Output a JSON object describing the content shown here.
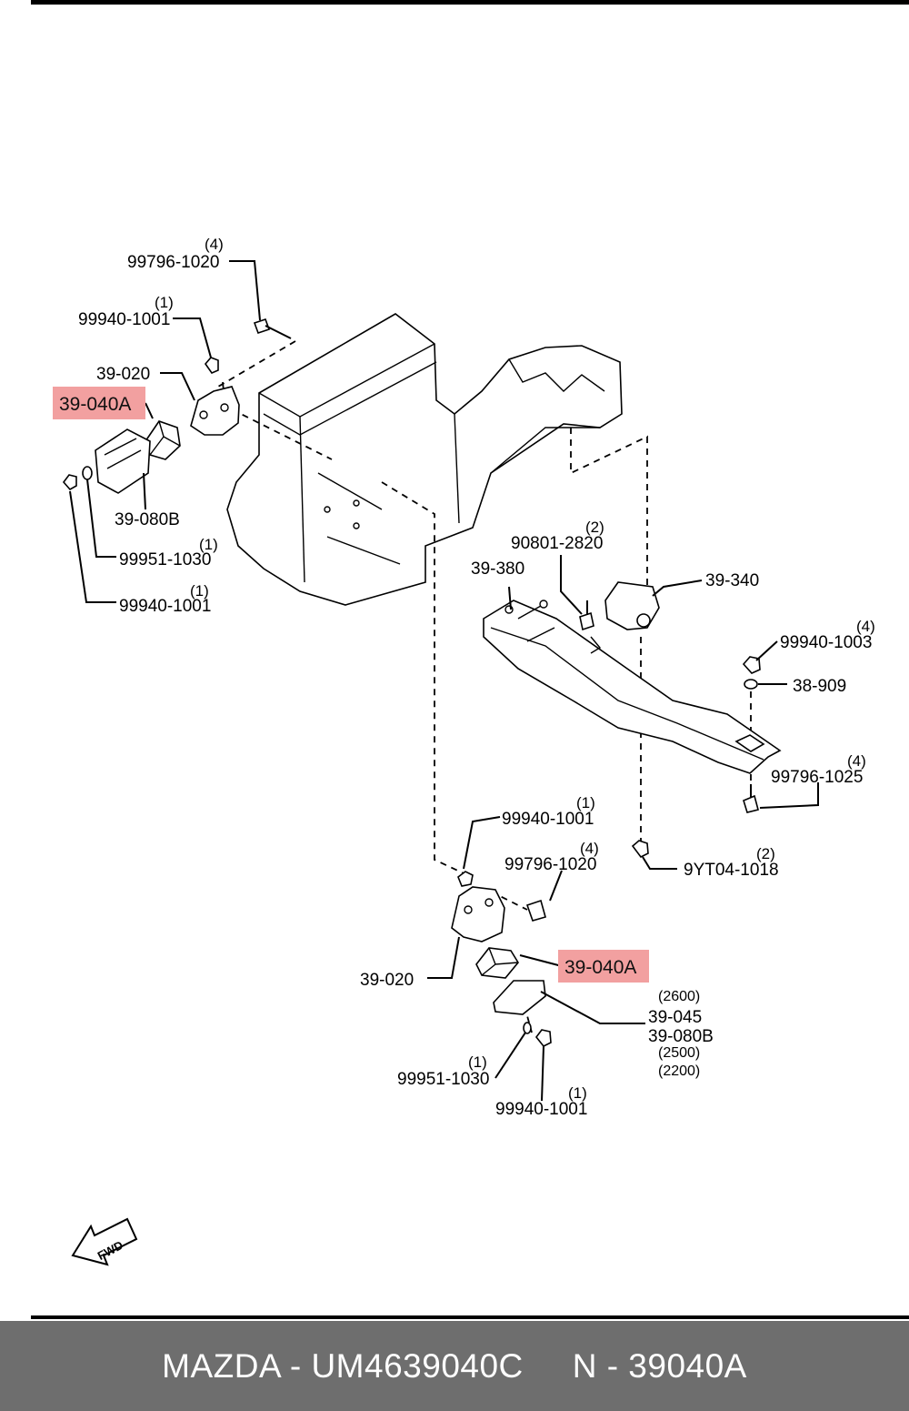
{
  "callouts": [
    {
      "id": "c1",
      "part": "99796-1020",
      "qty": "(4)"
    },
    {
      "id": "c2",
      "part": "99940-1001",
      "qty": "(1)"
    },
    {
      "id": "c3",
      "part": "39-020",
      "qty": ""
    },
    {
      "id": "c4",
      "part": "39-040A",
      "qty": "",
      "highlight": true
    },
    {
      "id": "c5",
      "part": "39-080B",
      "qty": ""
    },
    {
      "id": "c6",
      "part": "99951-1030",
      "qty": "(1)"
    },
    {
      "id": "c7",
      "part": "99940-1001",
      "qty": "(1)"
    },
    {
      "id": "c8",
      "part": "90801-2820",
      "qty": "(2)"
    },
    {
      "id": "c9",
      "part": "39-380",
      "qty": ""
    },
    {
      "id": "c10",
      "part": "39-340",
      "qty": ""
    },
    {
      "id": "c11",
      "part": "99940-1003",
      "qty": "(4)"
    },
    {
      "id": "c12",
      "part": "38-909",
      "qty": ""
    },
    {
      "id": "c13",
      "part": "99796-1025",
      "qty": "(4)"
    },
    {
      "id": "c14",
      "part": "99940-1001",
      "qty": "(1)"
    },
    {
      "id": "c15",
      "part": "99796-1020",
      "qty": "(4)"
    },
    {
      "id": "c16",
      "part": "9YT04-1018",
      "qty": "(2)"
    },
    {
      "id": "c17",
      "part": "39-020",
      "qty": ""
    },
    {
      "id": "c18",
      "part": "39-040A",
      "qty": "",
      "highlight": true
    },
    {
      "id": "c19",
      "part": "39-045",
      "qty": ""
    },
    {
      "id": "c20",
      "part": "39-080B",
      "qty": ""
    },
    {
      "id": "c21",
      "part": "99951-1030",
      "qty": "(1)"
    },
    {
      "id": "c22",
      "part": "99940-1001",
      "qty": "(1)"
    }
  ],
  "engine_variants": [
    "(2600)",
    "(2500)",
    "(2200)"
  ],
  "fwd_label": "FWD",
  "highlight_color": "#f2a0a0",
  "footer": {
    "brand_part": "MAZDA - UM4639040C",
    "ref": "N - 39040A"
  }
}
